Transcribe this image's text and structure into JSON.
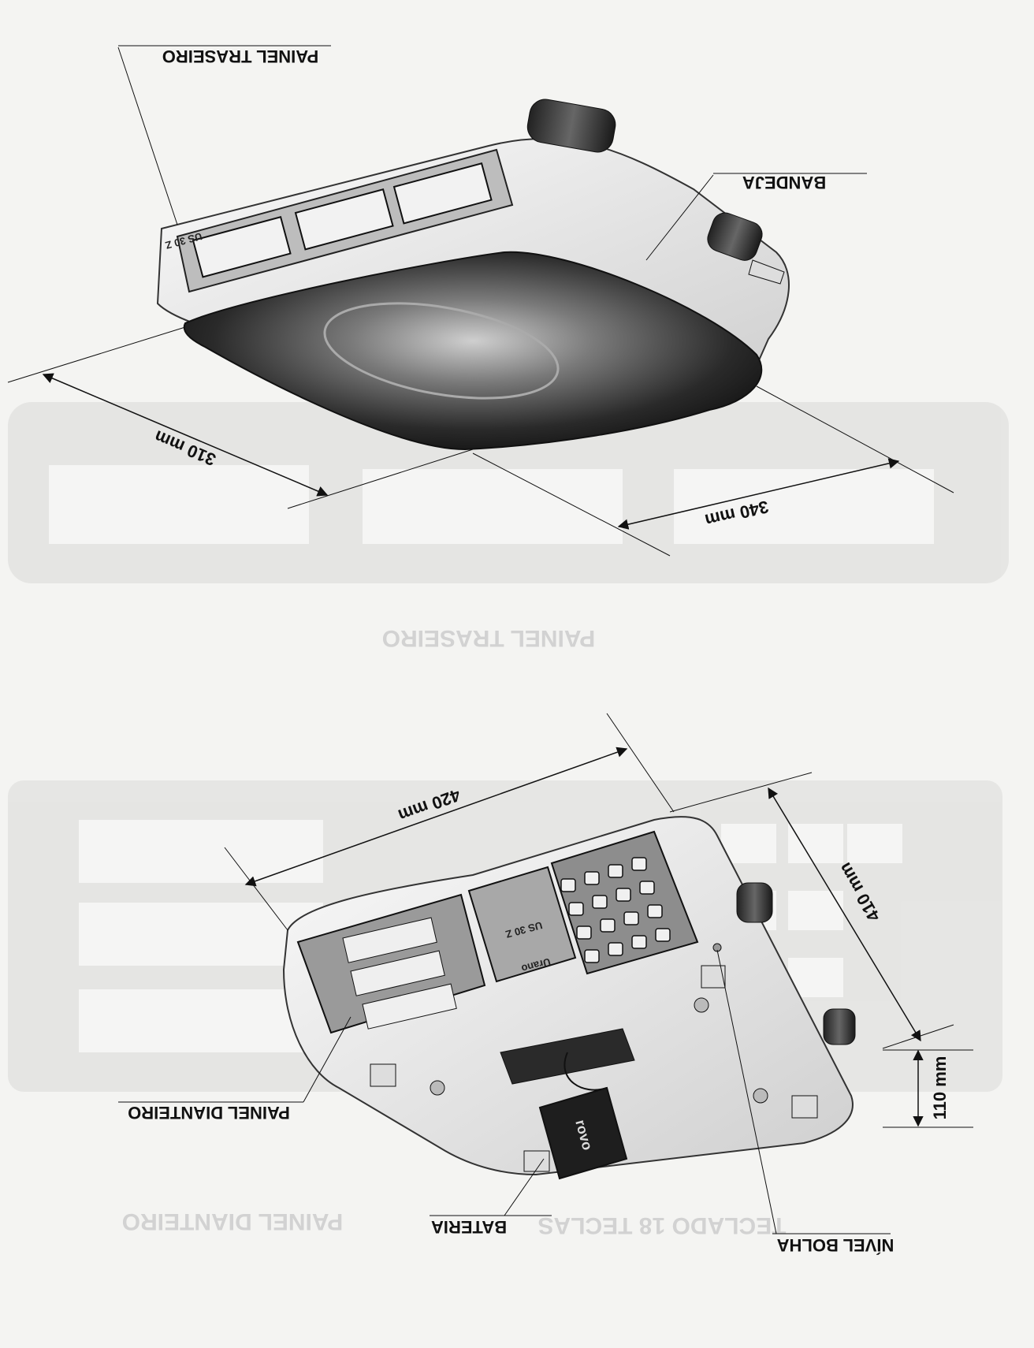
{
  "labels": {
    "painel_traseiro": "PAINEL TRASEIRO",
    "bandeja": "BANDEJA",
    "painel_dianteiro": "PAINEL DIANTEIRO",
    "bateria": "BATERIA",
    "teclado": "TECLADO 18 TECLAS",
    "nivel_bolha": "NÍVEL BOLHA"
  },
  "ghost_labels": {
    "painel_traseiro": "PAINEL TRASEIRO",
    "painel_dianteiro": "PAINEL DIANTEIRO"
  },
  "dimensions": {
    "width_top": "310 mm",
    "depth_top": "340 mm",
    "length_bottom": "420 mm",
    "depth_bottom": "410 mm",
    "height_bottom": "110 mm"
  },
  "device": {
    "model": "US 30 Z",
    "brand": "Urano",
    "battery_brand": "rovo"
  },
  "colors": {
    "background": "#f4f4f2",
    "ghost_panel": "#e4e4e2",
    "ink": "#111111"
  }
}
